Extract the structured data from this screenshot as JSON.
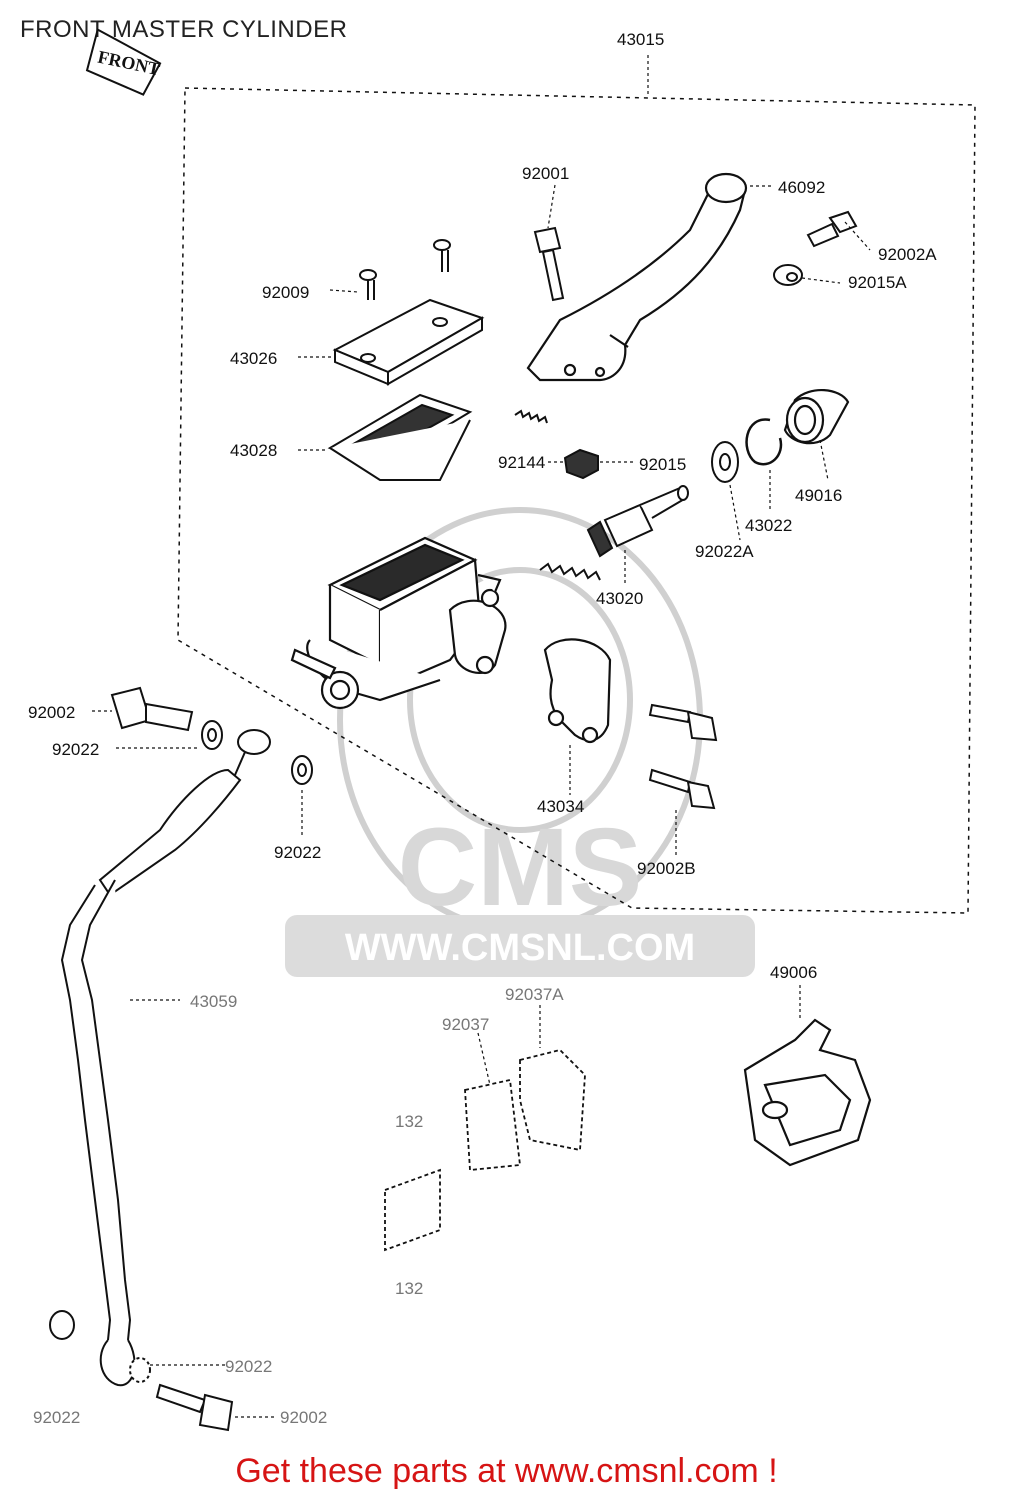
{
  "title": "FRONT MASTER CYLINDER",
  "front_label": "FRONT",
  "footer": "Get these parts at www.cmsnl.com !",
  "watermark": {
    "brand": "CMS",
    "url": "WWW.CMSNL.COM"
  },
  "colors": {
    "footer": "#d61414",
    "line": "#111111",
    "watermark": "#d0d0d0"
  },
  "callouts": {
    "p43015": "43015",
    "p92001": "92001",
    "p46092": "46092",
    "p92002A": "92002A",
    "p92015A": "92015A",
    "p92009": "92009",
    "p43026": "43026",
    "p43028": "43028",
    "p92144": "92144",
    "p92015": "92015",
    "p49016": "49016",
    "p43022": "43022",
    "p92022A": "92022A",
    "p43020": "43020",
    "p92002_left": "92002",
    "p92022_left": "92022",
    "p92022_mid": "92022",
    "p43034": "43034",
    "p92002B": "92002B",
    "p49006": "49006",
    "p43059": "43059",
    "p92037A": "92037A",
    "p92037": "92037",
    "p132_top": "132",
    "p132_bottom": "132",
    "p92022_bottom_right": "92022",
    "p92022_bottom_left": "92022",
    "p92002_bottom": "92002"
  }
}
